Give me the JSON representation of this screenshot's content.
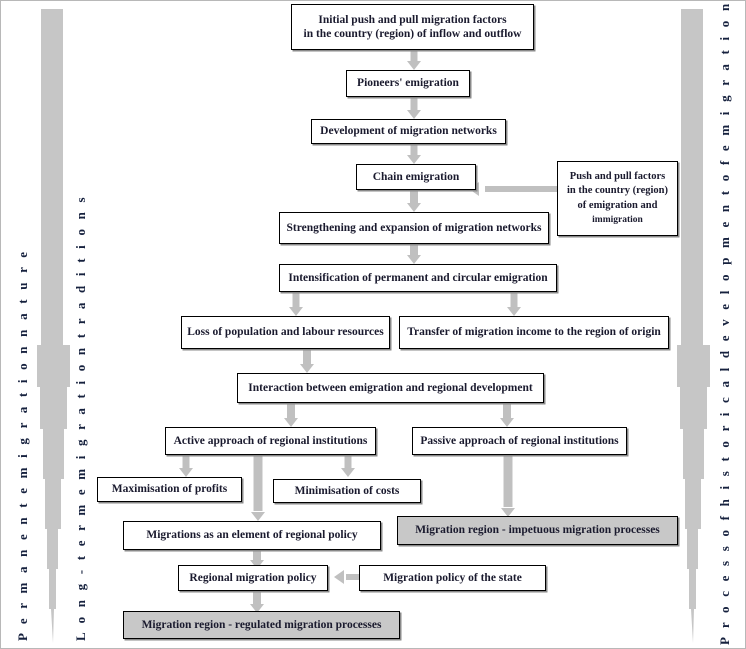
{
  "diagram": {
    "title": "Emigration region development flowchart",
    "colors": {
      "arrow_gray": "#c0c0c0",
      "shaded_box": "#c8c8c8",
      "box_border": "#000000",
      "text": "#1a1a2e"
    },
    "side_labels": [
      {
        "id": "permanent-emigration-nature",
        "text": "P e r m a n e n t   e m i g r a t i o n   n a t u r e"
      },
      {
        "id": "long-term-emigration-traditions",
        "text": "L o n g - t e r m   e m i g r a t i o n   t r a d i t i o n s"
      },
      {
        "id": "process-historical-development",
        "text": "P r o c e s s   o f   h i s t o r i c a l   d e v e l o p m e n t   o f   e m i g r a t i o n   r e g i o n"
      }
    ],
    "nodes": [
      {
        "id": "initial-factors",
        "line1": "Initial push and pull migration factors",
        "line2": "in the country (region) of inflow and outflow",
        "shaded": false
      },
      {
        "id": "pioneers-emigration",
        "line1": "Pioneers' emigration",
        "line2": "",
        "shaded": false
      },
      {
        "id": "development-networks",
        "line1": "Development of migration networks",
        "line2": "",
        "shaded": false
      },
      {
        "id": "chain-emigration",
        "line1": "Chain emigration",
        "line2": "",
        "shaded": false
      },
      {
        "id": "push-pull-factors",
        "line1": "Push and pull factors in the country (region)",
        "line2": "of emigration and immigration",
        "shaded": false
      },
      {
        "id": "strengthening-networks",
        "line1": "Strengthening and expansion of migration networks",
        "line2": "",
        "shaded": false
      },
      {
        "id": "intensification",
        "line1": "Intensification of permanent and circular emigration",
        "line2": "",
        "shaded": false
      },
      {
        "id": "loss-population",
        "line1": "Loss of population and labour resources",
        "line2": "",
        "shaded": false
      },
      {
        "id": "transfer-income",
        "line1": "Transfer of migration income to the region of origin",
        "line2": "",
        "shaded": false
      },
      {
        "id": "interaction",
        "line1": "Interaction between emigration and regional development",
        "line2": "",
        "shaded": false
      },
      {
        "id": "active-approach",
        "line1": "Active approach of regional institutions",
        "line2": "",
        "shaded": false
      },
      {
        "id": "passive-approach",
        "line1": "Passive approach of regional institutions",
        "line2": "",
        "shaded": false
      },
      {
        "id": "maximisation-profits",
        "line1": "Maximisation of profits",
        "line2": "",
        "shaded": false
      },
      {
        "id": "minimisation-costs",
        "line1": "Minimisation of costs",
        "line2": "",
        "shaded": false
      },
      {
        "id": "migrations-element-policy",
        "line1": "Migrations as an element of regional policy",
        "line2": "",
        "shaded": false
      },
      {
        "id": "impetuous-processes",
        "line1": "Migration region - impetuous migration processes",
        "line2": "",
        "shaded": true
      },
      {
        "id": "regional-migration-policy",
        "line1": "Regional migration policy",
        "line2": "",
        "shaded": false
      },
      {
        "id": "state-migration-policy",
        "line1": "Migration policy of the state",
        "line2": "",
        "shaded": false
      },
      {
        "id": "regulated-processes",
        "line1": "Migration region - regulated migration processes",
        "line2": "",
        "shaded": true
      }
    ],
    "node_text": {
      "initial_factors_l1": "Initial push and pull migration factors",
      "initial_factors_l2": "in the country (region) of inflow and outflow",
      "pioneers_emigration": "Pioneers' emigration",
      "development_networks": "Development of migration networks",
      "chain_emigration": "Chain emigration",
      "push_pull_l1": "Push and pull factors",
      "push_pull_l2": "in the country (region)",
      "push_pull_l3": "of emigration and",
      "push_pull_l4": "immigration",
      "strengthening_networks": "Strengthening and expansion of migration networks",
      "intensification": "Intensification of permanent and circular emigration",
      "loss_population": "Loss of population and labour resources",
      "transfer_income": "Transfer of migration income to the region of origin",
      "interaction": "Interaction between emigration and regional development",
      "active_approach": "Active approach of regional institutions",
      "passive_approach": "Passive approach of regional institutions",
      "maximisation_profits": "Maximisation of profits",
      "minimisation_costs": "Minimisation of costs",
      "migrations_element_policy": "Migrations as an element of regional policy",
      "impetuous_processes": "Migration region - impetuous migration processes",
      "regional_migration_policy": "Regional migration policy",
      "state_migration_policy": "Migration policy of the state",
      "regulated_processes": "Migration region - regulated migration processes"
    },
    "edges": [
      {
        "id": "edge-initial-to-pioneers",
        "from": "initial-factors",
        "to": "pioneers-emigration",
        "dir": "down"
      },
      {
        "id": "edge-pioneers-to-development",
        "from": "pioneers-emigration",
        "to": "development-networks",
        "dir": "down"
      },
      {
        "id": "edge-development-to-chain",
        "from": "development-networks",
        "to": "chain-emigration",
        "dir": "down"
      },
      {
        "id": "edge-chain-to-strengthening",
        "from": "chain-emigration",
        "to": "strengthening-networks",
        "dir": "down"
      },
      {
        "id": "edge-pushpull-to-strengthening",
        "from": "push-pull-factors",
        "to": "strengthening-networks",
        "dir": "left"
      },
      {
        "id": "edge-strengthening-to-intens",
        "from": "strengthening-networks",
        "to": "intensification",
        "dir": "down"
      },
      {
        "id": "edge-intens-to-loss",
        "from": "intensification",
        "to": "loss-population",
        "dir": "down"
      },
      {
        "id": "edge-intens-to-transfer",
        "from": "intensification",
        "to": "transfer-income",
        "dir": "down"
      },
      {
        "id": "edge-loss-to-interaction",
        "from": "loss-population",
        "to": "interaction",
        "dir": "down"
      },
      {
        "id": "edge-interaction-to-active",
        "from": "interaction",
        "to": "active-approach",
        "dir": "down"
      },
      {
        "id": "edge-interaction-to-passive",
        "from": "interaction",
        "to": "passive-approach",
        "dir": "down"
      },
      {
        "id": "edge-active-to-max",
        "from": "active-approach",
        "to": "maximisation-profits",
        "dir": "down"
      },
      {
        "id": "edge-active-to-min",
        "from": "active-approach",
        "to": "minimisation-costs",
        "dir": "down"
      },
      {
        "id": "edge-active-to-migrations",
        "from": "active-approach",
        "to": "migrations-element-policy",
        "dir": "down"
      },
      {
        "id": "edge-passive-to-impetuous",
        "from": "passive-approach",
        "to": "impetuous-processes",
        "dir": "down"
      },
      {
        "id": "edge-migrations-to-regional",
        "from": "migrations-element-policy",
        "to": "regional-migration-policy",
        "dir": "down"
      },
      {
        "id": "edge-state-to-regional",
        "from": "state-migration-policy",
        "to": "regional-migration-policy",
        "dir": "left"
      },
      {
        "id": "edge-regional-to-regulated",
        "from": "regional-migration-policy",
        "to": "regulated-processes",
        "dir": "down"
      }
    ]
  }
}
